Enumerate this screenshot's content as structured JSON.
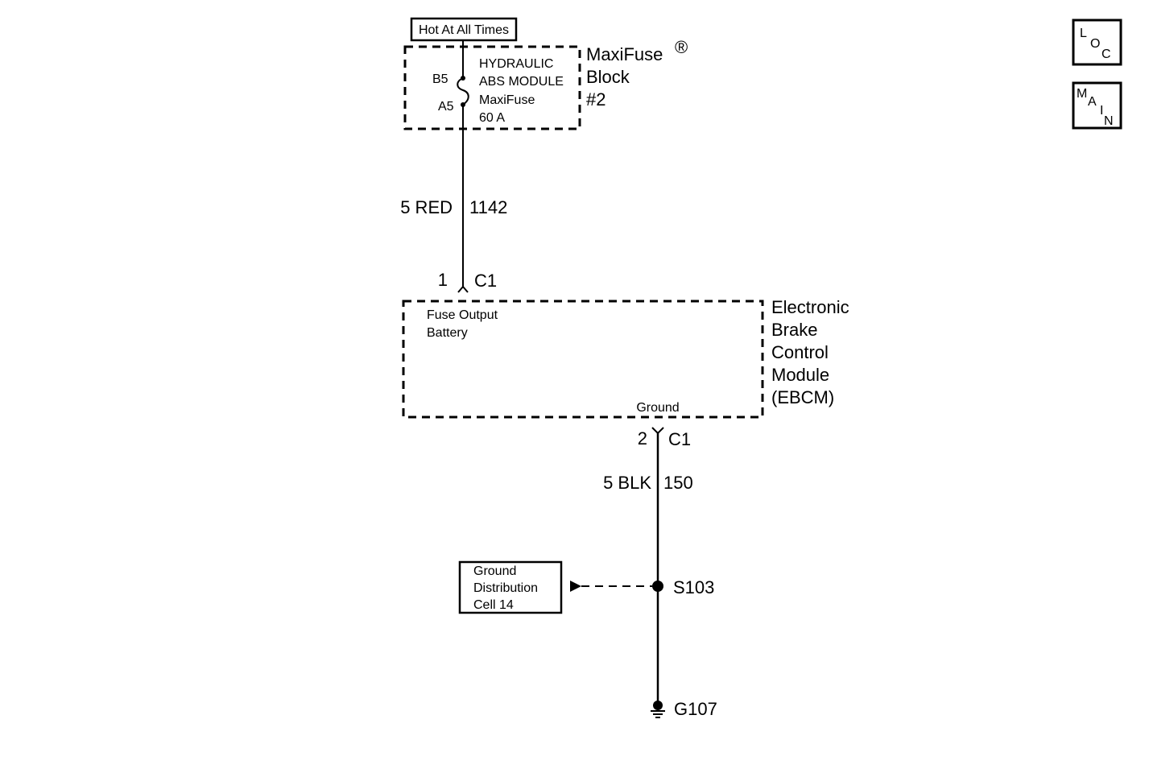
{
  "fuse_block": {
    "power_label": "Hot At All Times",
    "name_line1": "MaxiFuse",
    "registered_mark": "®",
    "name_line2": "Block",
    "name_line3": "#2",
    "fuse_lines": [
      "HYDRAULIC",
      "ABS MODULE",
      "MaxiFuse",
      "60 A"
    ],
    "pin_top": "B5",
    "pin_bottom": "A5"
  },
  "circuit_power": {
    "wire_label": "5 RED",
    "circuit_number": "1142"
  },
  "connector_top": {
    "pin": "1",
    "name": "C1"
  },
  "ebcm": {
    "title_lines": [
      "Electronic",
      "Brake",
      "Control",
      "Module",
      "(EBCM)"
    ],
    "input_label_line1": "Fuse Output",
    "input_label_line2": "Battery",
    "ground_label": "Ground"
  },
  "connector_bottom": {
    "pin": "2",
    "name": "C1"
  },
  "circuit_ground": {
    "wire_label": "5 BLK",
    "circuit_number": "150"
  },
  "ground_distribution": {
    "lines": [
      "Ground",
      "Distribution",
      "Cell 14"
    ]
  },
  "splice": {
    "name": "S103"
  },
  "ground_point": {
    "name": "G107"
  },
  "nav": {
    "loc": [
      "L",
      "O",
      "C"
    ],
    "main": [
      "M",
      "A",
      "I",
      "N"
    ]
  }
}
